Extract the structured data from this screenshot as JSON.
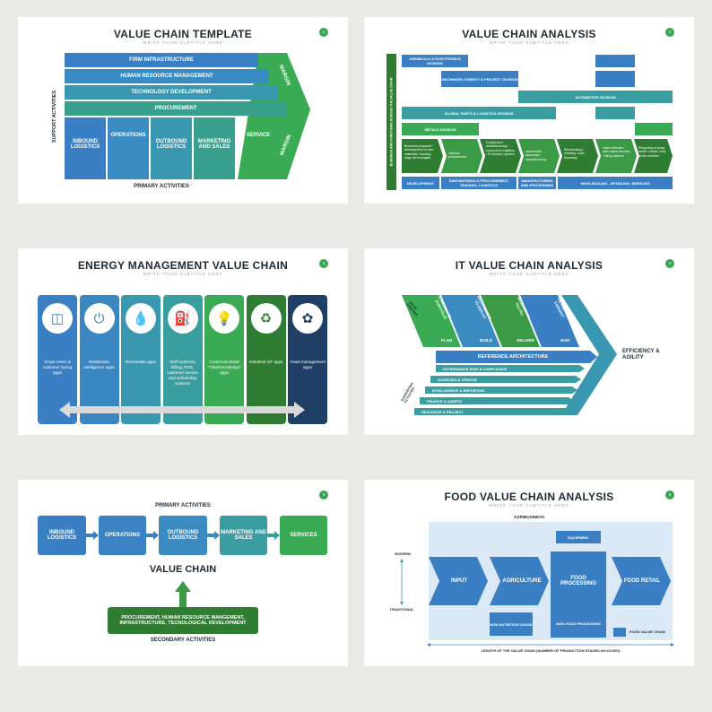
{
  "colors": {
    "blue": "#3a7fc4",
    "teal": "#3a9ea0",
    "green": "#3aab54",
    "dark_green": "#2e7d32",
    "navy": "#1f3f66",
    "light_blue": "#dbe9f7"
  },
  "card1": {
    "title": "VALUE CHAIN TEMPLATE",
    "subtitle": "WRITE YOUR SUBTITLE HERE",
    "page": "1",
    "support_label": "SUPPORT ACTIVITIES",
    "support": [
      "FIRM INFRASTRUCTURE",
      "HUMAN RESOURCE MANAGEMENT",
      "TECHNOLOGY DEVELOPMENT",
      "PROCUREMENT"
    ],
    "primary": [
      "INBOUND LOGISTICS",
      "OPERATIONS",
      "OUTBOUND LOGISTICS",
      "MARKETING AND SALES",
      "SERVICE"
    ],
    "margin_top": "MARGIN",
    "margin_bottom": "MARGIN",
    "primary_label": "PRIMARY ACTIVITIES"
  },
  "card2": {
    "title": "VALUE CHAIN ANALYSIS",
    "subtitle": "WRITE YOUR SUBTITLE HERE",
    "page": "2",
    "side_label": "BUSINESS AND FUNCTIONS ACROSS THE VALUE CHAIN",
    "divisions": [
      "CHEMICALS & ELECTRONICS DIVISION",
      "MACHINERY, ENERGY & PROJECT DIVISION",
      "AUTOMOTIVE DIVISION",
      "GLOBAL PARTS & LOGISTICS DIVISION",
      "METALS DIVISION"
    ],
    "stages": [
      "Business proposal / development of new materials / leading-edge technologies",
      "Optimal procurement",
      "Component manufacturing / component logistics / Production system",
      "Automobile assembly / manufacturing",
      "Wholesaling / retailing / auto financing",
      "Used vehicles / after-sales services / filling stations",
      "Recycling of scrap metal / waste / end-of-life vehicles"
    ],
    "bottom": [
      "DEVELOPMENT",
      "RAW MATERIALS PROCUREMENT, TRADING, LOGISTICS",
      "MANUFACTURING AND PROCESSING",
      "WHOLESALING , RETAILING, SERVICES"
    ]
  },
  "card3": {
    "title": "ENERGY MANAGEMENT VALUE CHAIN",
    "subtitle": "WRITE YOUR SUBTITLE HERE",
    "page": "3",
    "columns": [
      {
        "icon": "database-icon",
        "text": "Smart meter & customer facing apps"
      },
      {
        "icon": "outlet-icon",
        "text": "Distribution intelligence apps"
      },
      {
        "icon": "water-drop-icon",
        "text": "Renewable apps"
      },
      {
        "icon": "fuel-icon",
        "text": "Tariff systems, billing, POS, customer service and scheduling systems"
      },
      {
        "icon": "lightbulb-icon",
        "text": "Cross-functional \"Tribal-knowledge\" apps"
      },
      {
        "icon": "recycle-bin-icon",
        "text": "Industrial IoT apps"
      },
      {
        "icon": "leaf-icon",
        "text": "Asset management apps"
      }
    ]
  },
  "card4": {
    "title": "IT VALUE CHAIN ANALYSIS",
    "subtitle": "WRITE YOUR SUBTITLE HERE",
    "page": "4",
    "streams_label": "VALUE STREAMS",
    "streams": [
      {
        "top": "STRATEGY TO PORTFOLIO",
        "bottom": "PLAN"
      },
      {
        "top": "REQUIREMENT TO DEPLOY",
        "bottom": "BUILD"
      },
      {
        "top": "REQUEST TO FULFILL",
        "bottom": "DELIVER"
      },
      {
        "top": "DETECT TO CORRECT",
        "bottom": "RUN"
      }
    ],
    "reference": "REFERENCE ARCHITECTURE",
    "supporting_label": "SUPPORTING ACTIVITIES",
    "supporting": [
      "GOVERNANCE RISK & COMPLIANCE",
      "SOURCING & VENDOR",
      "INTELLIGENCE & REPORTING",
      "FINANCE & ASSETS",
      "RESOURCE & PROJECT"
    ],
    "outcome": "EFFICIENCY & AGILITY"
  },
  "card5": {
    "page": "5",
    "primary_label": "PRIMARY ACTIVITIES",
    "steps": [
      "INBOUND LOGISTICS",
      "OPERATIONS",
      "OUTBOUND LOGISTICS",
      "MARKETING AND SALES",
      "SERVICES"
    ],
    "center": "VALUE CHAIN",
    "secondary_text": "PROCUREMENT, HUMAN RESOURCE MANGEMENT, INFRASTRUCTURE, TECNOLOGICAL DEVELOPMENT",
    "secondary_label": "SECONDARY ACTIVITIES"
  },
  "card6": {
    "title": "FOOD VALUE CHAIN ANALYSIS",
    "subtitle": "WRITE YOUR SUBTITLE HERE",
    "page": "6",
    "agribusiness": "AGRIBUSINESS",
    "equipment": "EQUIPMENT",
    "modern": "MODERN",
    "traditional": "TRADITIONAL",
    "arrows": [
      "INPUT",
      "AGRICULTURE",
      "FOOD PROCESSING",
      "FOOD RETAIL"
    ],
    "non_nutrition": "NON NUTRITION USAGE",
    "non_food": "NON-FOOD PROCESSING",
    "legend": "FOOD VALUE CHAIN",
    "axis": "LENGTH OF THE VALUE CHAIN (NUMBER OF PRODUCTION STAGES INVOLVED)"
  }
}
